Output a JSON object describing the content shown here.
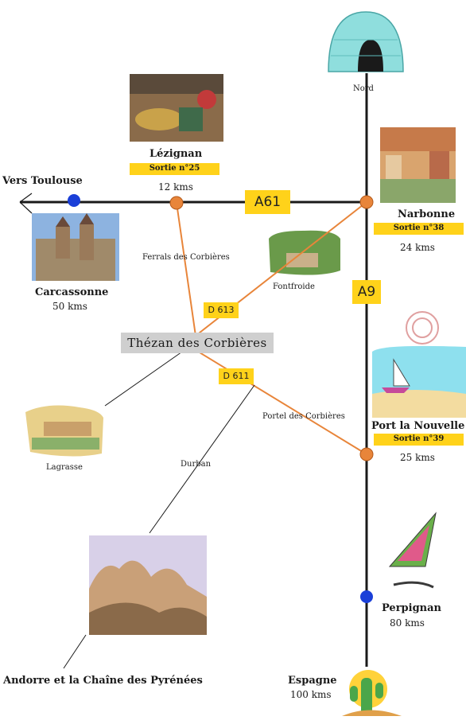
{
  "center": {
    "label": "Thézan des Corbières"
  },
  "roads": {
    "a61": "A61",
    "a9": "A9",
    "d613": "D 613",
    "d611": "D 611"
  },
  "places": {
    "nord": "Nord",
    "vers_toulouse": "Vers Toulouse",
    "lezignan": {
      "name": "Lézignan",
      "exit": "Sortie n°25",
      "distance": "12 kms"
    },
    "narbonne": {
      "name": "Narbonne",
      "exit": "Sortie n°38",
      "distance": "24 kms"
    },
    "carcassonne": {
      "name": "Carcassonne",
      "distance": "50 kms"
    },
    "ferrals": "Ferrals des Corbières",
    "fontfroide": "Fontfroide",
    "lagrasse": "Lagrasse",
    "portel": "Portel des Corbières",
    "durban": "Durban",
    "port_la_nouvelle": {
      "name": "Port la Nouvelle",
      "exit": "Sortie n°39",
      "distance": "25 kms"
    },
    "perpignan": {
      "name": "Perpignan",
      "distance": "80 kms"
    },
    "andorre": "Andorre et la Chaîne des Pyrénées",
    "espagne": {
      "name": "Espagne",
      "distance": "100 kms"
    }
  },
  "colors": {
    "road_line": "#1a1a1a",
    "local_road": "#e8853a",
    "junction": "#e8853a",
    "city_dot": "#1a3fd8",
    "label_bg": "#ffd21a"
  }
}
